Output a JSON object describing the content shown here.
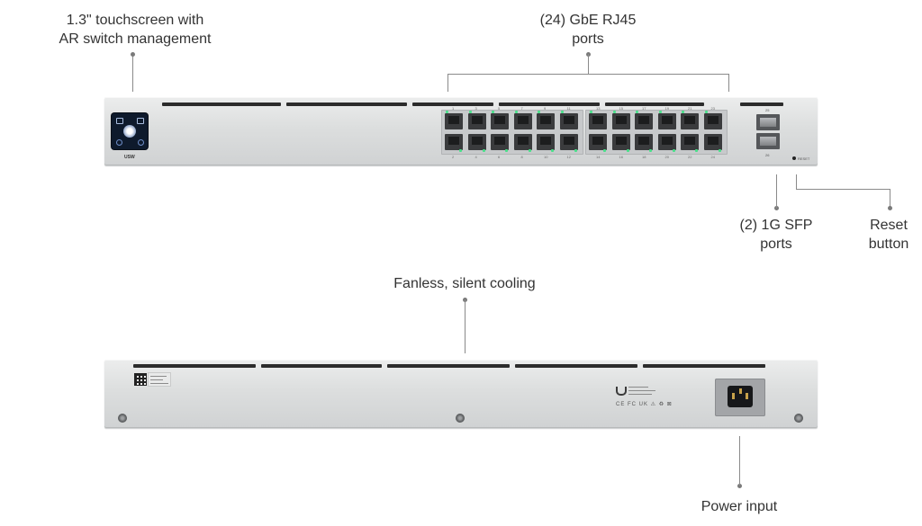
{
  "callouts": {
    "touchscreen": {
      "line1": "1.3\" touchscreen with",
      "line2": "AR switch management"
    },
    "rj45": {
      "line1": "(24) GbE RJ45",
      "line2": "ports"
    },
    "sfp": {
      "line1": "(2) 1G SFP",
      "line2": "ports"
    },
    "reset": {
      "line1": "Reset",
      "line2": "button"
    },
    "cooling": {
      "line1": "Fanless, silent cooling"
    },
    "power": {
      "line1": "Power input"
    }
  },
  "front_panel": {
    "model_tag": "USW",
    "reset_tag": "RESET",
    "sfp_numbers": [
      "25",
      "26"
    ],
    "port_numbers_top": [
      "1",
      "3",
      "5",
      "7",
      "9",
      "11",
      "13",
      "15",
      "17",
      "19",
      "21",
      "23"
    ],
    "port_numbers_bottom": [
      "2",
      "4",
      "6",
      "8",
      "10",
      "12",
      "14",
      "16",
      "18",
      "20",
      "22",
      "24"
    ],
    "led_color": "#49e08a"
  },
  "rear_panel": {
    "cert_marks": "CE FC UK ⚠ ♻ ⊠"
  },
  "colors": {
    "chassis": "#d8dadb",
    "vent": "#2c2c2c",
    "leader_line": "#8a8a8a"
  }
}
